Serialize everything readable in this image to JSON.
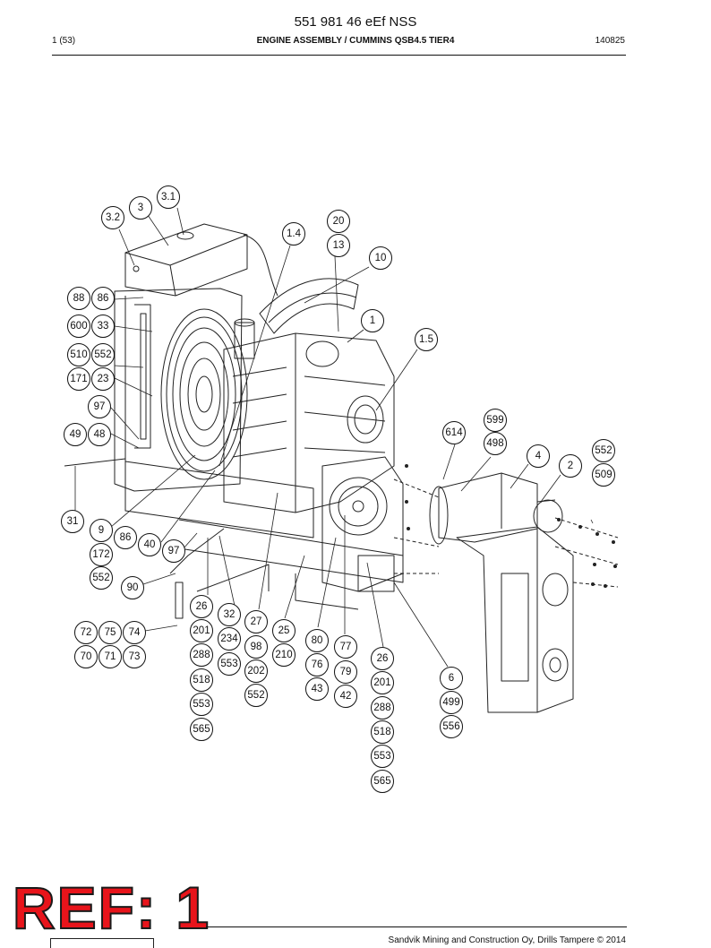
{
  "document": {
    "code": "551 981 46 eEf NSS",
    "page": "1 (53)",
    "title": "ENGINE ASSEMBLY / CUMMINS QSB4.5 TIER4",
    "date": "140825",
    "footer": "Sandvik Mining and Construction Oy, Drills Tampere © 2014",
    "ref_stamp": "REF: 1"
  },
  "callouts": [
    {
      "id": "c1",
      "label": "3.1"
    },
    {
      "id": "c2",
      "label": "3"
    },
    {
      "id": "c3",
      "label": "3.2"
    },
    {
      "id": "c4",
      "label": "20"
    },
    {
      "id": "c5",
      "label": "1.4"
    },
    {
      "id": "c6",
      "label": "13"
    },
    {
      "id": "c7",
      "label": "10"
    },
    {
      "id": "c8",
      "label": "88"
    },
    {
      "id": "c9",
      "label": "86"
    },
    {
      "id": "c10",
      "label": "600"
    },
    {
      "id": "c11",
      "label": "33"
    },
    {
      "id": "c12",
      "label": "1"
    },
    {
      "id": "c13",
      "label": "1.5"
    },
    {
      "id": "c14",
      "label": "510"
    },
    {
      "id": "c15",
      "label": "552"
    },
    {
      "id": "c16",
      "label": "171"
    },
    {
      "id": "c17",
      "label": "23"
    },
    {
      "id": "c18",
      "label": "97"
    },
    {
      "id": "c19",
      "label": "599"
    },
    {
      "id": "c20",
      "label": "49"
    },
    {
      "id": "c21",
      "label": "48"
    },
    {
      "id": "c22",
      "label": "614"
    },
    {
      "id": "c23",
      "label": "498"
    },
    {
      "id": "c24",
      "label": "552"
    },
    {
      "id": "c25",
      "label": "4"
    },
    {
      "id": "c26",
      "label": "2"
    },
    {
      "id": "c27",
      "label": "509"
    },
    {
      "id": "c28",
      "label": "31"
    },
    {
      "id": "c29",
      "label": "9"
    },
    {
      "id": "c30",
      "label": "86"
    },
    {
      "id": "c31",
      "label": "40"
    },
    {
      "id": "c32",
      "label": "97"
    },
    {
      "id": "c33",
      "label": "172"
    },
    {
      "id": "c34",
      "label": "552"
    },
    {
      "id": "c35",
      "label": "90"
    },
    {
      "id": "c36",
      "label": "26"
    },
    {
      "id": "c37",
      "label": "32"
    },
    {
      "id": "c38",
      "label": "27"
    },
    {
      "id": "c39",
      "label": "25"
    },
    {
      "id": "c40",
      "label": "72"
    },
    {
      "id": "c41",
      "label": "75"
    },
    {
      "id": "c42",
      "label": "74"
    },
    {
      "id": "c43",
      "label": "201"
    },
    {
      "id": "c44",
      "label": "234"
    },
    {
      "id": "c45",
      "label": "98"
    },
    {
      "id": "c46",
      "label": "80"
    },
    {
      "id": "c47",
      "label": "77"
    },
    {
      "id": "c48",
      "label": "70"
    },
    {
      "id": "c49",
      "label": "71"
    },
    {
      "id": "c50",
      "label": "73"
    },
    {
      "id": "c51",
      "label": "288"
    },
    {
      "id": "c52",
      "label": "553"
    },
    {
      "id": "c53",
      "label": "210"
    },
    {
      "id": "c54",
      "label": "76"
    },
    {
      "id": "c55",
      "label": "26"
    },
    {
      "id": "c56",
      "label": "202"
    },
    {
      "id": "c57",
      "label": "79"
    },
    {
      "id": "c58",
      "label": "6"
    },
    {
      "id": "c59",
      "label": "518"
    },
    {
      "id": "c60",
      "label": "201"
    },
    {
      "id": "c61",
      "label": "552"
    },
    {
      "id": "c62",
      "label": "43"
    },
    {
      "id": "c63",
      "label": "42"
    },
    {
      "id": "c64",
      "label": "553"
    },
    {
      "id": "c65",
      "label": "288"
    },
    {
      "id": "c66",
      "label": "499"
    },
    {
      "id": "c67",
      "label": "565"
    },
    {
      "id": "c68",
      "label": "518"
    },
    {
      "id": "c69",
      "label": "556"
    },
    {
      "id": "c70",
      "label": "553"
    },
    {
      "id": "c71",
      "label": "565"
    }
  ]
}
